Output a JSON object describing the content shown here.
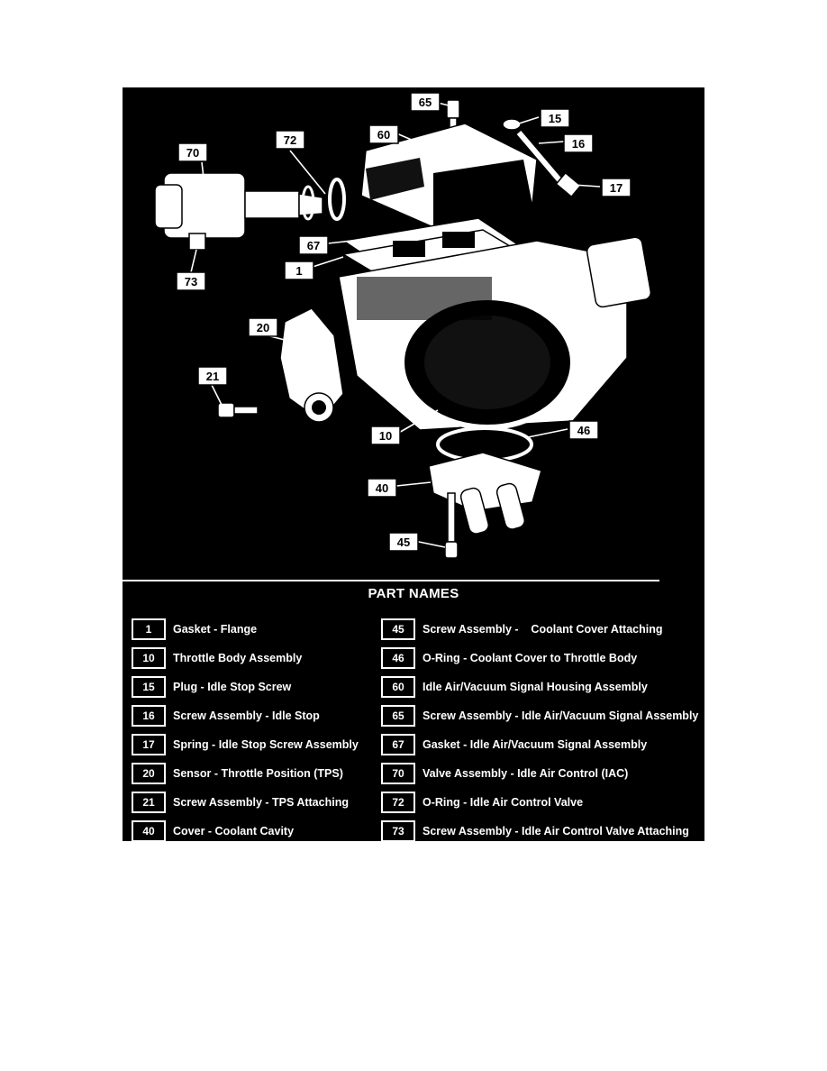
{
  "callouts": [
    {
      "num": "65"
    },
    {
      "num": "15"
    },
    {
      "num": "72"
    },
    {
      "num": "60"
    },
    {
      "num": "16"
    },
    {
      "num": "70"
    },
    {
      "num": "17"
    },
    {
      "num": "67"
    },
    {
      "num": "1"
    },
    {
      "num": "73"
    },
    {
      "num": "20"
    },
    {
      "num": "21"
    },
    {
      "num": "10"
    },
    {
      "num": "46"
    },
    {
      "num": "40"
    },
    {
      "num": "45"
    }
  ],
  "legend": {
    "title": "PART NAMES",
    "left": [
      {
        "num": "1",
        "name": "Gasket - Flange"
      },
      {
        "num": "10",
        "name": "Throttle Body Assembly"
      },
      {
        "num": "15",
        "name": "Plug - Idle Stop Screw"
      },
      {
        "num": "16",
        "name": "Screw Assembly - Idle Stop"
      },
      {
        "num": "17",
        "name": "Spring - Idle Stop Screw Assembly"
      },
      {
        "num": "20",
        "name": "Sensor - Throttle Position (TPS)"
      },
      {
        "num": "21",
        "name": "Screw Assembly - TPS Attaching"
      },
      {
        "num": "40",
        "name": "Cover - Coolant Cavity"
      }
    ],
    "right": [
      {
        "num": "45",
        "name": "Screw Assembly -    Coolant Cover Attaching"
      },
      {
        "num": "46",
        "name": "O-Ring - Coolant Cover to Throttle Body"
      },
      {
        "num": "60",
        "name": "Idle Air/Vacuum Signal Housing Assembly"
      },
      {
        "num": "65",
        "name": "Screw Assembly - Idle Air/Vacuum Signal Assembly"
      },
      {
        "num": "67",
        "name": "Gasket - Idle Air/Vacuum Signal Assembly"
      },
      {
        "num": "70",
        "name": "Valve Assembly - Idle Air Control (IAC)"
      },
      {
        "num": "72",
        "name": "O-Ring - Idle Air Control Valve"
      },
      {
        "num": "73",
        "name": "Screw Assembly - Idle Air Control Valve Attaching"
      }
    ]
  }
}
